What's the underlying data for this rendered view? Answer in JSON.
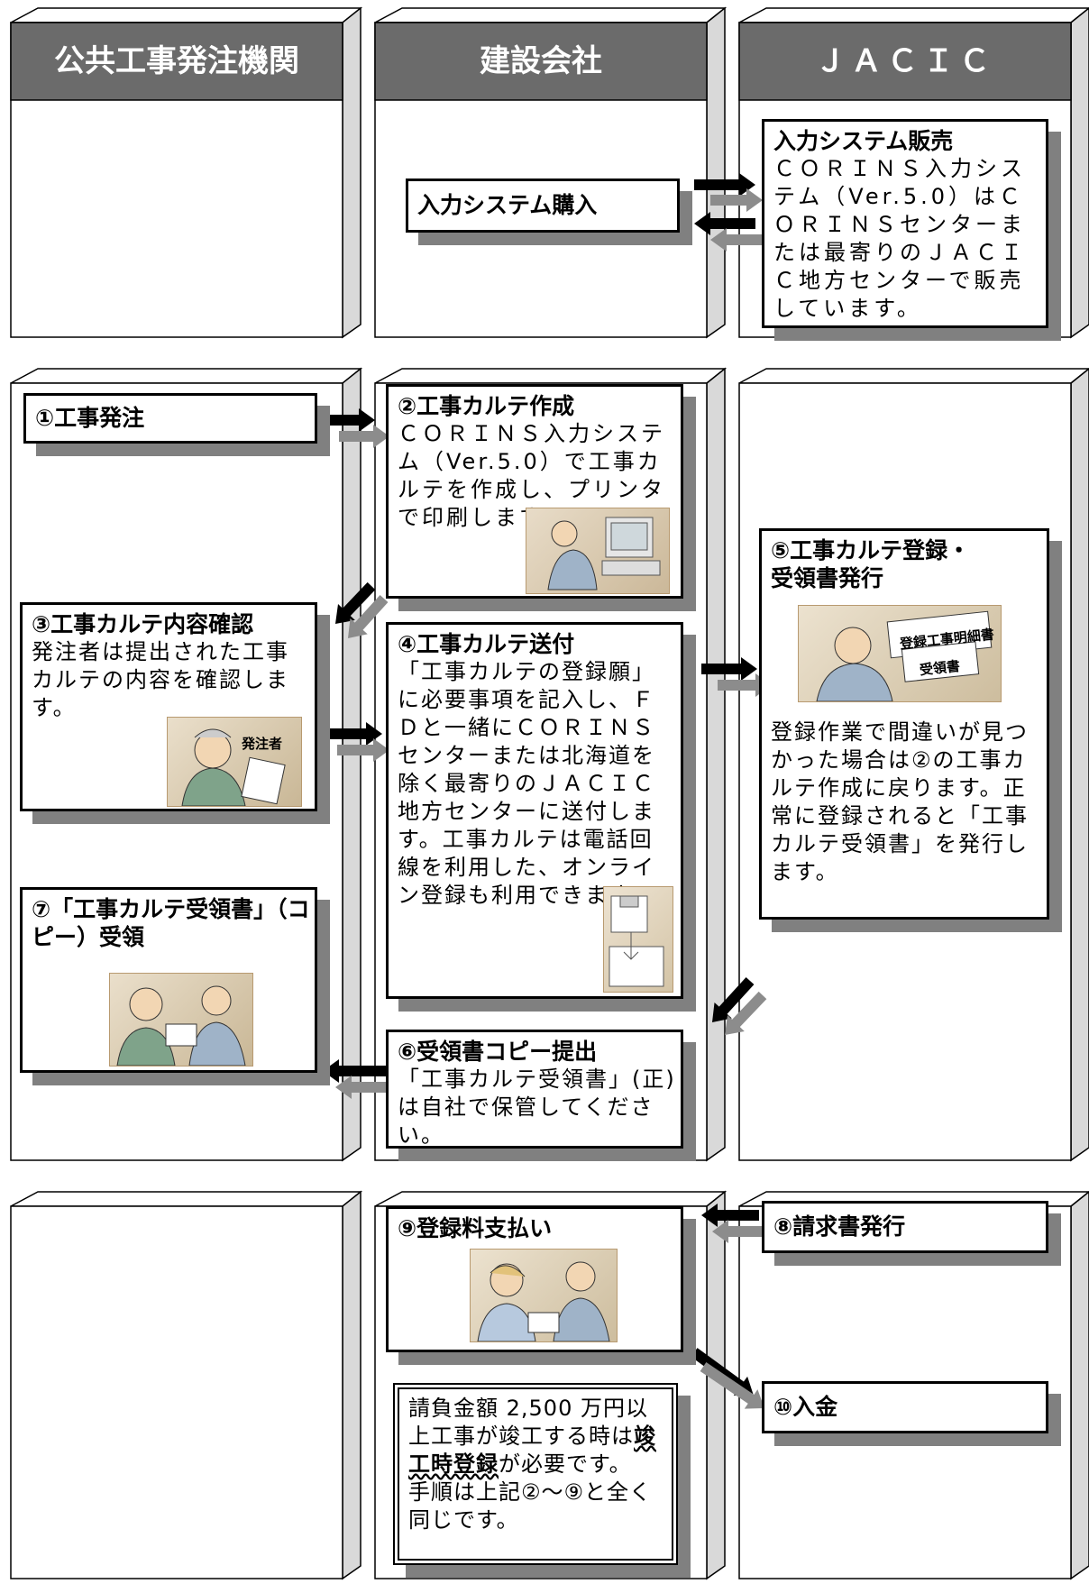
{
  "columns": [
    {
      "title": "公共工事発注機関"
    },
    {
      "title": "建設会社"
    },
    {
      "title": "ＪＡＣＩＣ"
    }
  ],
  "row1": {
    "sales": {
      "title": "入力システム販売",
      "text": "ＣＯＲＩＮＳ入力システム（Ver.5.0）はＣＯＲＩＮＳセンターまたは最寄りのＪＡＣＩＣ地方センターで販売しています。"
    },
    "purchase": {
      "title": "入力システム購入"
    }
  },
  "row2": {
    "step1": {
      "title": "①工事発注"
    },
    "step2": {
      "title": "②工事カルテ作成",
      "text": "ＣＯＲＩＮＳ入力システム（Ver.5.0）で工事カルテを作成し、プリンタで印刷します。"
    },
    "step3": {
      "title": "③工事カルテ内容確認",
      "text": "発注者は提出された工事カルテの内容を確認します。",
      "image_label": "発注者"
    },
    "step4": {
      "title": "④工事カルテ送付",
      "text": "「工事カルテの登録願」に必要事項を記入し、ＦＤと一緒にＣＯＲＩＮＳセンターまたは北海道を除く最寄りのＪＡＣＩＣ地方センターに送付します。工事カルテは電話回線を利用した、オンライン登録も利用できます。"
    },
    "step5": {
      "title": "⑤工事カルテ登録・受領書発行",
      "text": "登録作業で間違いが見つかった場合は②の工事カルテ作成に戻ります。正常に登録されると「工事カルテ受領書」を発行します。",
      "image_label_1": "登録工事明細書",
      "image_label_2": "受領書"
    },
    "step6": {
      "title": "⑥受領書コピー提出",
      "text": "「工事カルテ受領書」(正)は自社で保管してください。"
    },
    "step7": {
      "title": "⑦「工事カルテ受領書」（コピー）受領"
    }
  },
  "row3": {
    "step8": {
      "title": "⑧請求書発行"
    },
    "step9": {
      "title": "⑨登録料支払い"
    },
    "step10": {
      "title": "⑩入金"
    },
    "note": {
      "text1": "請負金額 2,500 万円以上工事が竣工する時は",
      "emph": "竣工時登録",
      "text2": "が必要です。",
      "text3": "手順は上記②～⑨と全く同じです。"
    }
  },
  "colors": {
    "header": "#6b6b6b",
    "shadow": "#808080",
    "side": "#d9d9d9",
    "arrow_black": "#000000",
    "arrow_gray": "#8c8c8c"
  }
}
